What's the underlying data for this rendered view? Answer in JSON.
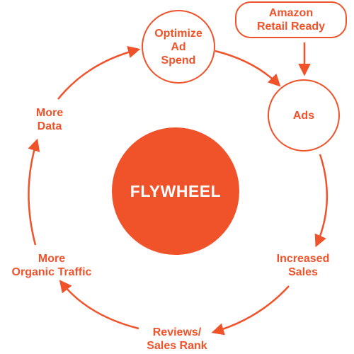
{
  "diagram": {
    "center_label": "FLYWHEEL",
    "accent_color": "#f0522a",
    "top_right_box": {
      "line1": "Amazon",
      "line2": "Retail Ready"
    },
    "nodes": {
      "optimize_ad_spend": {
        "line1": "Optimize",
        "line2": "Ad",
        "line3": "Spend"
      },
      "ads": {
        "label": "Ads"
      },
      "increased_sales": {
        "line1": "Increased",
        "line2": "Sales"
      },
      "reviews_sales_rank": {
        "line1": "Reviews/",
        "line2": "Sales Rank"
      },
      "more_organic_traffic": {
        "line1": "More",
        "line2": "Organic Traffic"
      },
      "more_data": {
        "line1": "More",
        "line2": "Data"
      }
    }
  }
}
